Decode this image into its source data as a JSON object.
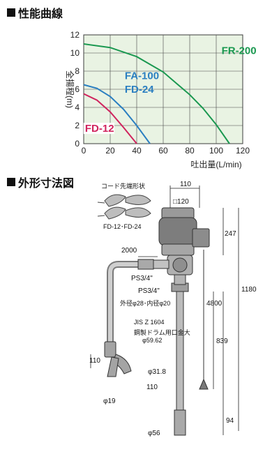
{
  "sections": {
    "performance_title": "性能曲線",
    "dimensions_title": "外形寸法図"
  },
  "chart_data": {
    "type": "line",
    "title": "性能曲線",
    "xlabel": "吐出量(L/min)",
    "ylabel": "全揚程(m)",
    "xlim": [
      0,
      120
    ],
    "ylim": [
      0,
      12
    ],
    "x_ticks": [
      0,
      20,
      40,
      60,
      80,
      100,
      120
    ],
    "y_ticks": [
      0,
      2,
      4,
      6,
      8,
      10,
      12
    ],
    "grid": true,
    "plot_background": "#e9f3e3",
    "series": [
      {
        "name": "FR-200",
        "color": "#1a9850",
        "x": [
          0,
          20,
          40,
          60,
          80,
          90,
          100,
          110
        ],
        "y": [
          11.0,
          10.6,
          9.6,
          7.9,
          5.4,
          3.9,
          2.1,
          0
        ]
      },
      {
        "name": "FA-100",
        "color": "#2b7fc1",
        "x": [
          0,
          10,
          20,
          30,
          40,
          50
        ],
        "y": [
          6.5,
          6.1,
          5.2,
          3.8,
          2.0,
          0
        ]
      },
      {
        "name": "FD-24",
        "color": "#2b7fc1",
        "x": [
          0,
          10,
          20,
          30,
          40,
          50
        ],
        "y": [
          6.5,
          6.1,
          5.2,
          3.8,
          2.0,
          0
        ]
      },
      {
        "name": "FD-12",
        "color": "#d0245e",
        "x": [
          0,
          10,
          20,
          30,
          40
        ],
        "y": [
          5.5,
          4.8,
          3.5,
          1.8,
          0
        ]
      }
    ]
  },
  "diagram": {
    "cord_label": "コード先端形状",
    "cord_models": "FD-12･FD-24",
    "dims": {
      "d110_top": "110",
      "d120": "□120",
      "d247": "247",
      "d2000": "2000",
      "ps_a": "PS3/4\"",
      "ps_b": "PS3/4\"",
      "outer": "外径φ28･内径φ20",
      "d4800": "4800",
      "d1180": "1180",
      "jis": "JIS Z 1604",
      "drum": "鋼製ドラム用口金大",
      "d59": "φ59.62",
      "d839": "839",
      "d110_left": "110",
      "d31": "φ31.8",
      "d110_bot": "110",
      "d19": "φ19",
      "d94": "94",
      "d56": "φ56"
    }
  }
}
